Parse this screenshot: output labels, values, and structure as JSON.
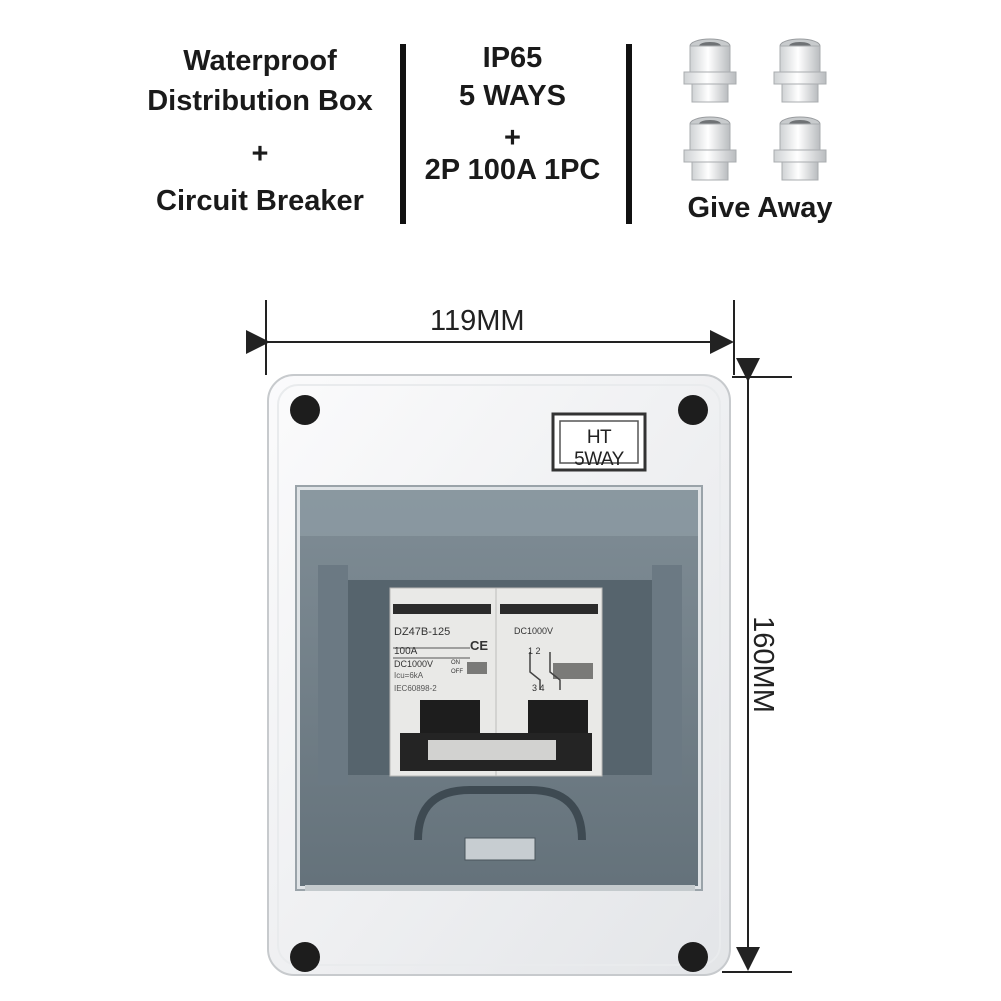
{
  "header": {
    "product": {
      "line1": "Waterproof",
      "line2": "Distribution Box",
      "plus": "+",
      "line3": "Circuit Breaker"
    },
    "specs": {
      "line1": "IP65",
      "line2": "5 WAYS",
      "plus": "+",
      "line3": "2P 100A 1PC"
    },
    "gift": {
      "label": "Give Away"
    }
  },
  "dimensions": {
    "width_label": "119MM",
    "height_label": "160MM"
  },
  "box": {
    "label": "HT 5WAY"
  },
  "breaker": {
    "model": "DZ47B-125",
    "rating": "100A",
    "voltage": "DC1000V",
    "icu": "Icu=6kA",
    "standard": "IEC60898-2",
    "on_label": "ON",
    "off_label": "OFF",
    "ce_mark": "CE",
    "right_voltage": "DC1000V",
    "terminals_top": "1 2",
    "terminals_bottom": "3 4"
  },
  "colors": {
    "text": "#1a1a1a",
    "box_white": "#f2f3f5",
    "cover_tint": "#6f7f8a",
    "breaker_body": "#e7e7e5"
  }
}
